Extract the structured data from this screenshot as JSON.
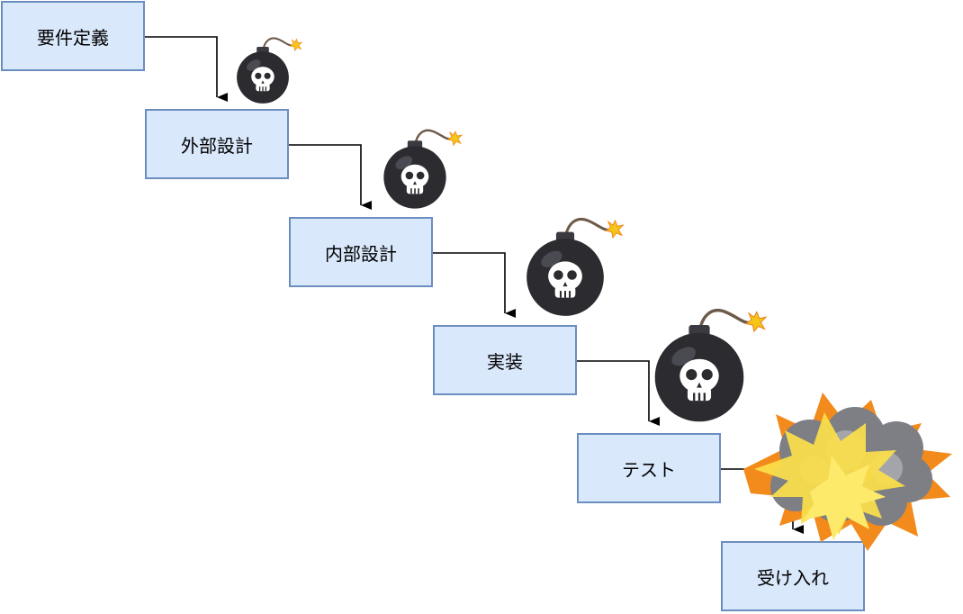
{
  "diagram": {
    "steps": [
      {
        "label": "要件定義"
      },
      {
        "label": "外部設計"
      },
      {
        "label": "内部設計"
      },
      {
        "label": "実装"
      },
      {
        "label": "テスト"
      },
      {
        "label": "受け入れ"
      }
    ],
    "colors": {
      "box_fill": "#dae8fc",
      "box_border": "#6c8ebf",
      "arrow": "#000000",
      "bomb": "#2b2b30",
      "skull": "#ffffff",
      "spark": "#f5c518",
      "explosion_fire": "#f28a1c",
      "explosion_flash": "#fbe04a",
      "smoke": "#7d7f84"
    },
    "icons": [
      "bomb-skull-icon",
      "bomb-skull-icon",
      "bomb-skull-icon",
      "bomb-skull-icon",
      "explosion-icon"
    ]
  }
}
